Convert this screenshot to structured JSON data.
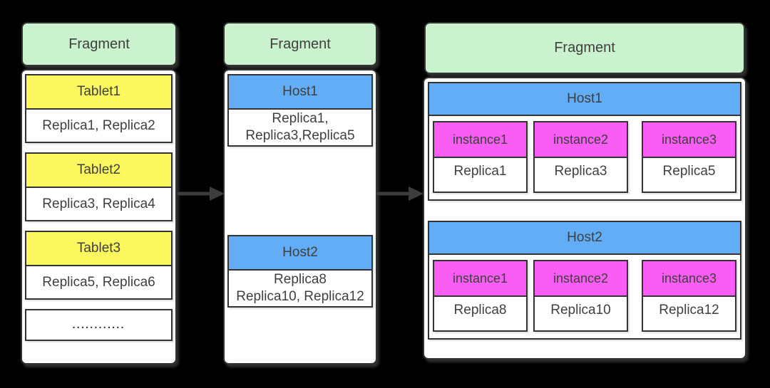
{
  "colors": {
    "bg": "#000000",
    "border": "#333333",
    "text": "#3f3f3f",
    "green": "#cbf2ce",
    "yellow": "#fbf75e",
    "blue": "#62adf5",
    "magenta": "#f95df3",
    "box_bg": "#ffffff",
    "arrow": "#3d3d3d"
  },
  "columns": [
    {
      "header": "Fragment",
      "tablets": [
        {
          "label": "Tablet1",
          "replicas": "Replica1, Replica2"
        },
        {
          "label": "Tablet2",
          "replicas": "Replica3, Replica4"
        },
        {
          "label": "Tablet3",
          "replicas": "Replica5, Replica6"
        }
      ],
      "ellipsis": "............"
    },
    {
      "header": "Fragment",
      "hosts": [
        {
          "label": "Host1",
          "replicas_line1": "Replica1,",
          "replicas_line2": "Replica3,Replica5"
        },
        {
          "label": "Host2",
          "replicas_line1": "Replica8",
          "replicas_line2": "Replica10, Replica12"
        }
      ]
    },
    {
      "header": "Fragment",
      "hosts": [
        {
          "label": "Host1",
          "instances": [
            {
              "label": "instance1",
              "replica": "Replica1"
            },
            {
              "label": "instance2",
              "replica": "Replica3"
            },
            {
              "label": "instance3",
              "replica": "Replica5"
            }
          ]
        },
        {
          "label": "Host2",
          "instances": [
            {
              "label": "instance1",
              "replica": "Replica8"
            },
            {
              "label": "instance2",
              "replica": "Replica10"
            },
            {
              "label": "instance3",
              "replica": "Replica12"
            }
          ]
        }
      ]
    }
  ]
}
